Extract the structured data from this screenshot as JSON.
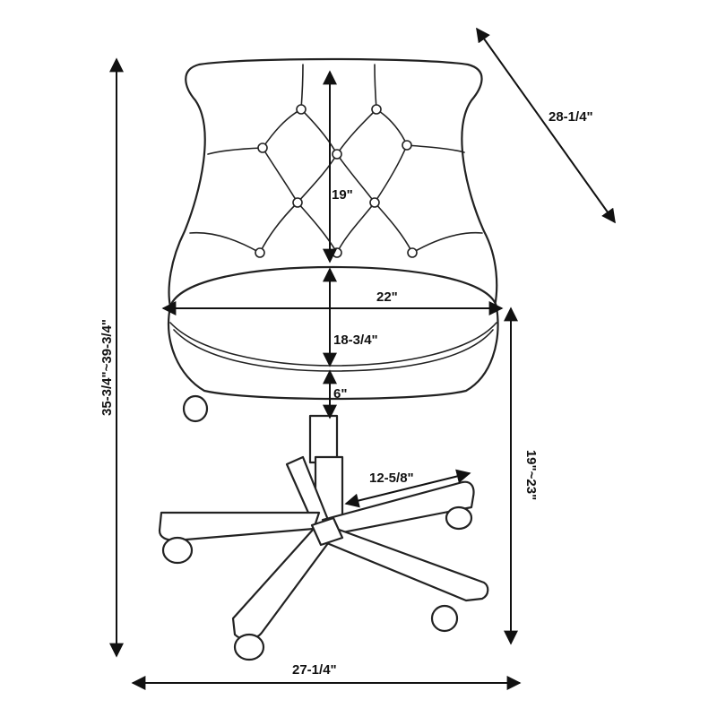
{
  "colors": {
    "line": "#222222",
    "background": "#ffffff"
  },
  "dimensions": {
    "overall_depth": "28-1/4\"",
    "backrest_height": "19\"",
    "seat_width": "22\"",
    "seat_to_top_height": "18-3/4\"",
    "seat_thickness": "6\"",
    "overall_height": "35-3/4\"~39-3/4\"",
    "seat_height": "19\"~23\"",
    "leg_length": "12-5/8\"",
    "overall_width": "27-1/4\""
  }
}
